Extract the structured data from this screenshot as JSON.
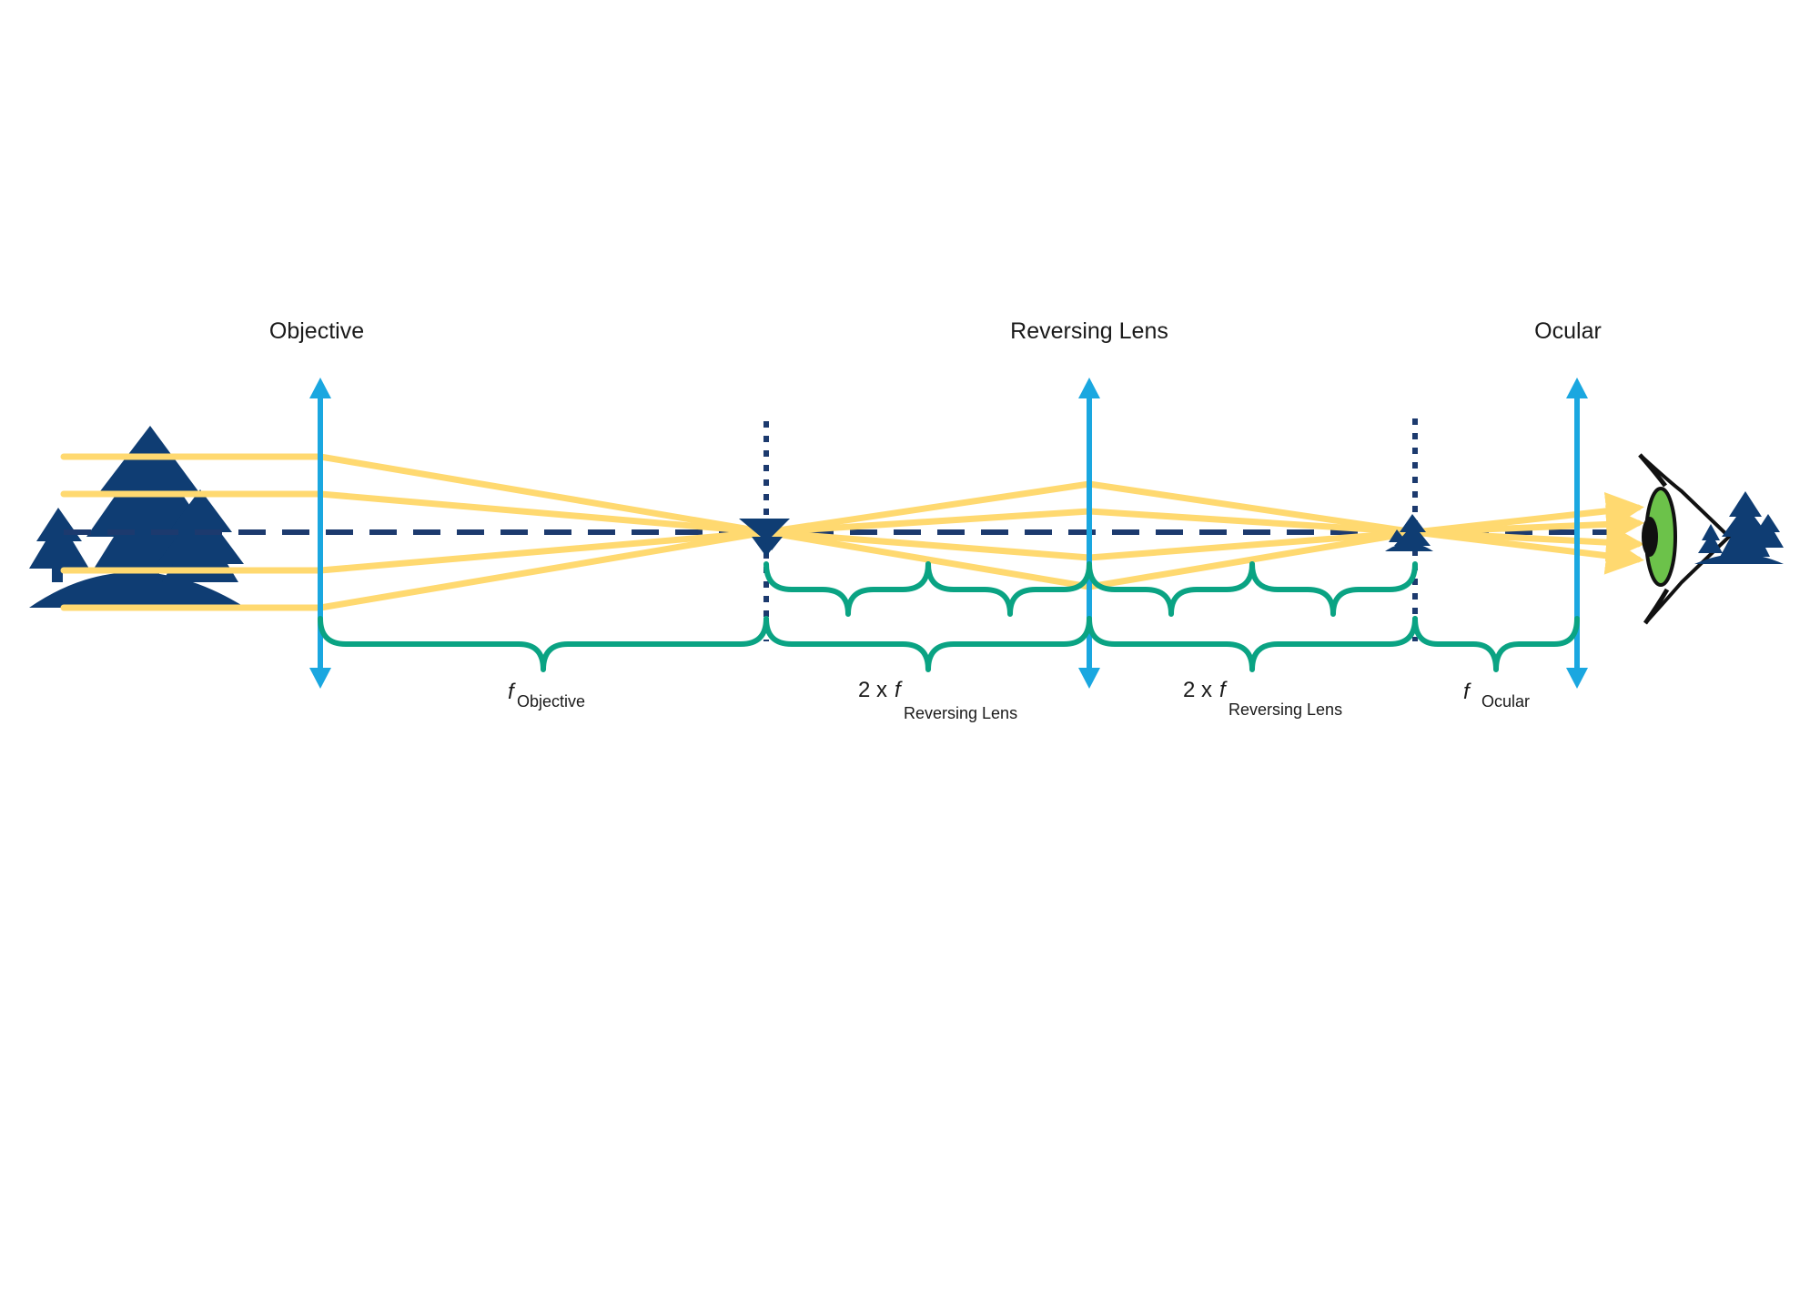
{
  "lenses": {
    "objective": {
      "title": "Objective"
    },
    "reversing": {
      "title": "Reversing Lens"
    },
    "ocular": {
      "title": "Ocular"
    }
  },
  "distances": {
    "objective": {
      "prefix": "",
      "symbol": "f",
      "subscript": "Objective"
    },
    "reversing_1": {
      "prefix": "2 x ",
      "symbol": "f",
      "subscript": "Reversing Lens"
    },
    "reversing_2": {
      "prefix": "2 x ",
      "symbol": "f",
      "subscript": "Reversing Lens"
    },
    "ocular": {
      "prefix": "",
      "symbol": "f",
      "subscript": "Ocular"
    }
  },
  "colors": {
    "lens": "#1aa7e0",
    "ray": "#ffd970",
    "axis": "#1c3a6e",
    "brace": "#0aa383",
    "tree": "#0f3d73",
    "iris": "#6cc24a"
  }
}
